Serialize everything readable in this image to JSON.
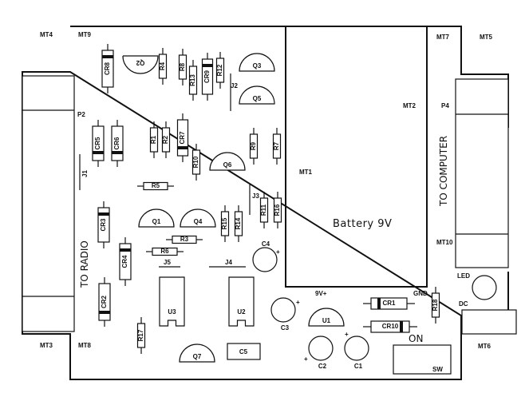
{
  "board": {
    "title": "PCB component layout",
    "battery_label": "Battery 9V",
    "radio_label": "TO RADIO",
    "computer_label": "TO COMPUTER",
    "switch_on_label": "ON",
    "switch_label": "SW",
    "voltage_label": "9V+",
    "ground_label": "GND",
    "led_label": "LED",
    "dc_label": "DC"
  },
  "mounting_holes": [
    "MT1",
    "MT2",
    "MT3",
    "MT4",
    "MT5",
    "MT6",
    "MT7",
    "MT8",
    "MT9",
    "MT10"
  ],
  "connectors": [
    "P2",
    "P4"
  ],
  "jumpers": [
    "J1",
    "J2",
    "J3",
    "J4",
    "J5"
  ],
  "diodes": [
    "CR1",
    "CR2",
    "CR3",
    "CR4",
    "CR5",
    "CR6",
    "CR7",
    "CR8",
    "CR9",
    "CR10"
  ],
  "resistors": [
    "R1",
    "R2",
    "R3",
    "R4",
    "R5",
    "R6",
    "R7",
    "R8",
    "R9",
    "R10",
    "R11",
    "R12",
    "R13",
    "R14",
    "R15",
    "R16",
    "R17",
    "R18"
  ],
  "transistors": [
    "Q1",
    "Q2",
    "Q3",
    "Q4",
    "Q5",
    "Q6",
    "Q7"
  ],
  "ics": [
    "U1",
    "U2",
    "U3"
  ],
  "capacitors": [
    "C1",
    "C2",
    "C3",
    "C4",
    "C5"
  ],
  "plus_sign": "+"
}
